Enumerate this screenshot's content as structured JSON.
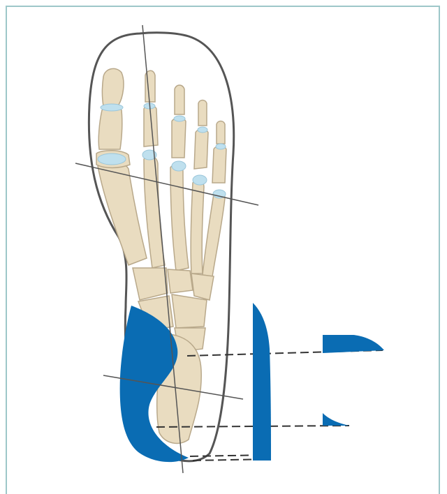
{
  "figure": {
    "colors": {
      "bone": "#e9dcc0",
      "bone_outline": "#b8a88a",
      "joint": "#bfe0ee",
      "orthotic_blue": "#0a6cb3",
      "outline": "#555555",
      "frame": "#9dc7c9"
    },
    "icons": [
      "foot-skeleton",
      "insole-outline",
      "orthotic-cutout",
      "cross-section-profiles"
    ]
  }
}
